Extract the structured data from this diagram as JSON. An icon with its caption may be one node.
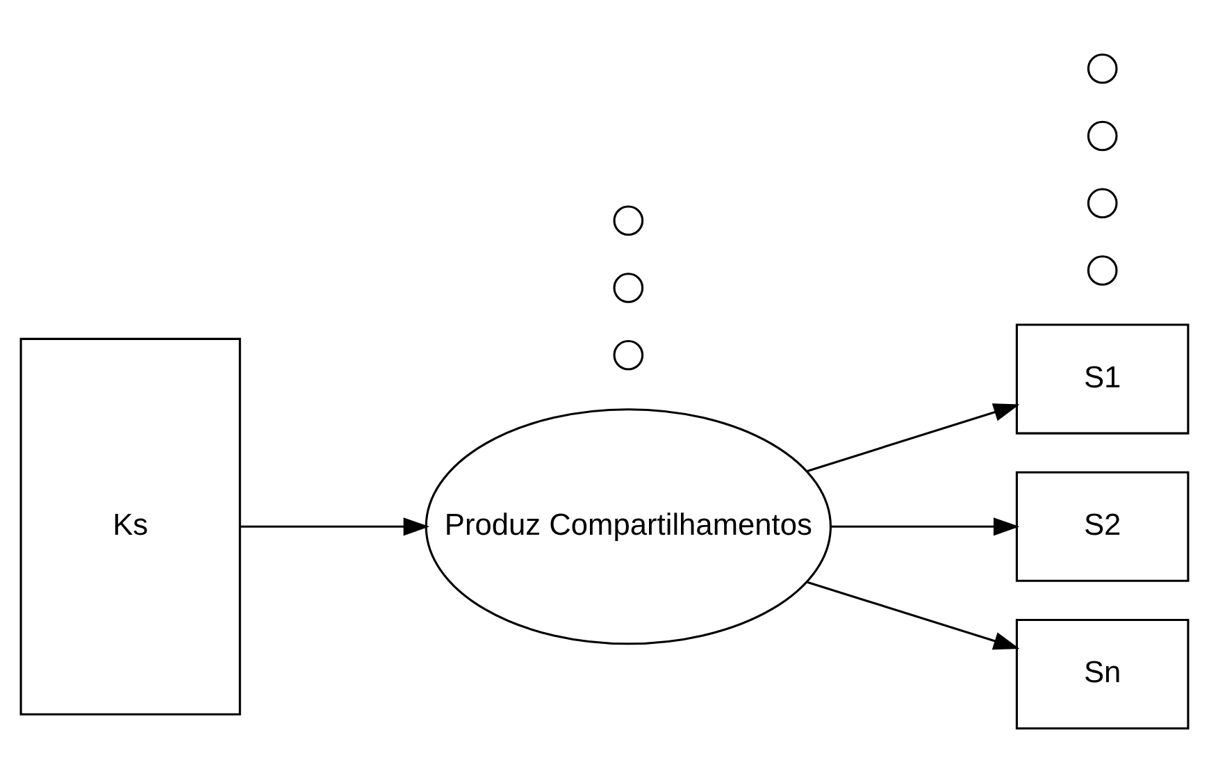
{
  "diagram": {
    "nodes": [
      {
        "text": [
          "Ks"
        ]
      },
      {
        "text": [
          "Produz Compartilhamentos"
        ]
      },
      {
        "text": [
          "S1"
        ]
      },
      {
        "text": [
          "S2"
        ]
      },
      {
        "text": [],
        "shape": "circle"
      },
      {
        "text": [],
        "shape": "circle"
      },
      {
        "text": [],
        "shape": "circle"
      },
      {
        "text": [],
        "shape": "circle"
      },
      {
        "text": [],
        "shape": "circle"
      },
      {
        "text": [],
        "shape": "circle"
      },
      {
        "text": [],
        "shape": "circle"
      },
      {
        "text": [
          "Sn"
        ]
      }
    ],
    "edges": [
      {
        "from": 0,
        "to": 1,
        "arrow": "to"
      },
      {
        "from": 1,
        "to": 2,
        "arrow": "to"
      },
      {
        "from": 1,
        "to": 3,
        "arrow": "to"
      },
      {
        "from": 1,
        "to": 11,
        "arrow": "to"
      }
    ]
  }
}
